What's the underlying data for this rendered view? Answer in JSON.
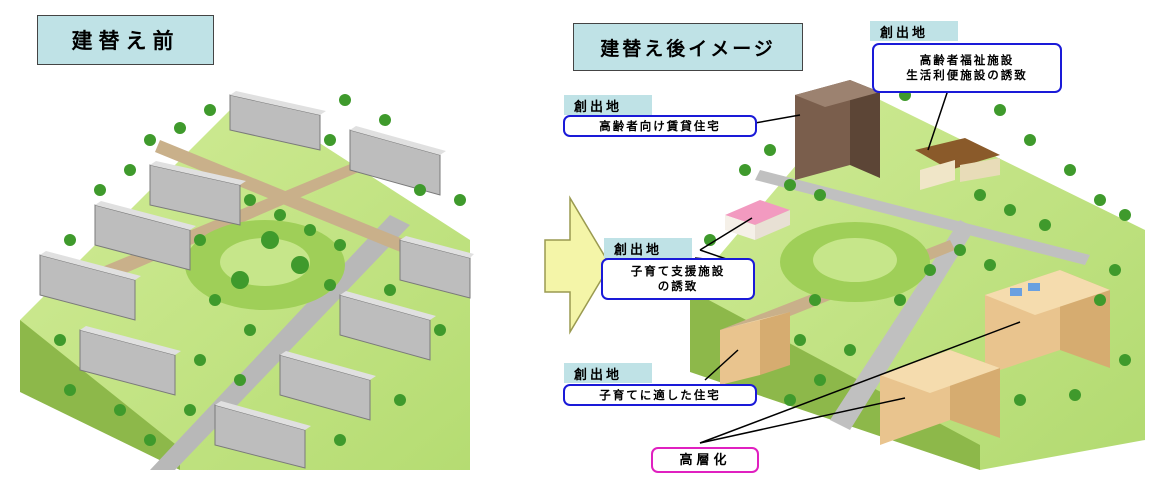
{
  "before": {
    "title": "建替え前"
  },
  "after": {
    "title": "建替え後イメージ",
    "callouts": [
      {
        "tag": "創出地",
        "lines": [
          "高齢者福祉施設",
          "生活利便施設の誘致"
        ]
      },
      {
        "tag": "創出地",
        "lines": [
          "高齢者向け賃貸住宅"
        ]
      },
      {
        "tag": "創出地",
        "lines": [
          "子育て支援施設",
          "の誘致"
        ]
      },
      {
        "tag": "創出地",
        "lines": [
          "子育てに適した住宅"
        ]
      }
    ],
    "highrise_label": "高層化"
  },
  "colors": {
    "title_bg": "#bfe2e6",
    "callout_border": "#1a1ad8",
    "highrise_border": "#e020c0",
    "arrow_fill": "#f4f5a8"
  }
}
